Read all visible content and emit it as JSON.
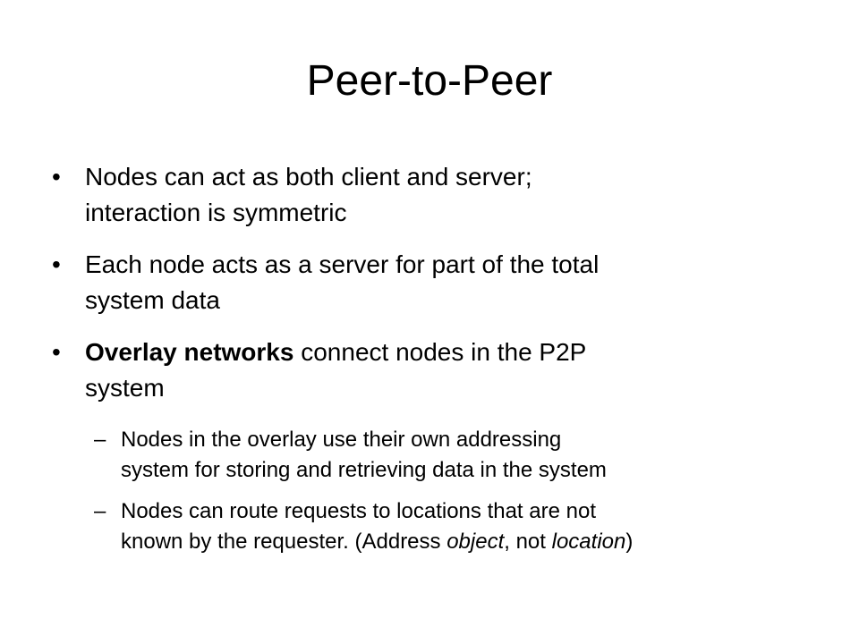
{
  "slide": {
    "title": "Peer-to-Peer",
    "bullet_char": "•",
    "dash_char": "–",
    "bullets": [
      {
        "line1": "Nodes can act as both client and server;",
        "line2": "interaction is symmetric"
      },
      {
        "line1": "Each node acts as a server for part of the total",
        "line2": "system data"
      },
      {
        "bold": "Overlay networks",
        "line1_rest": " connect nodes in the P2P",
        "line2": "system"
      }
    ],
    "subbullets": [
      {
        "line1": "Nodes in the overlay use their own addressing",
        "line2": "system for storing and retrieving data in the system"
      },
      {
        "line1": "Nodes can route requests to locations that are not",
        "line2_a": "known by the requester. (Address ",
        "line2_i1": "object",
        "line2_b": ", not ",
        "line2_i2": "location",
        "line2_c": ")"
      }
    ]
  }
}
